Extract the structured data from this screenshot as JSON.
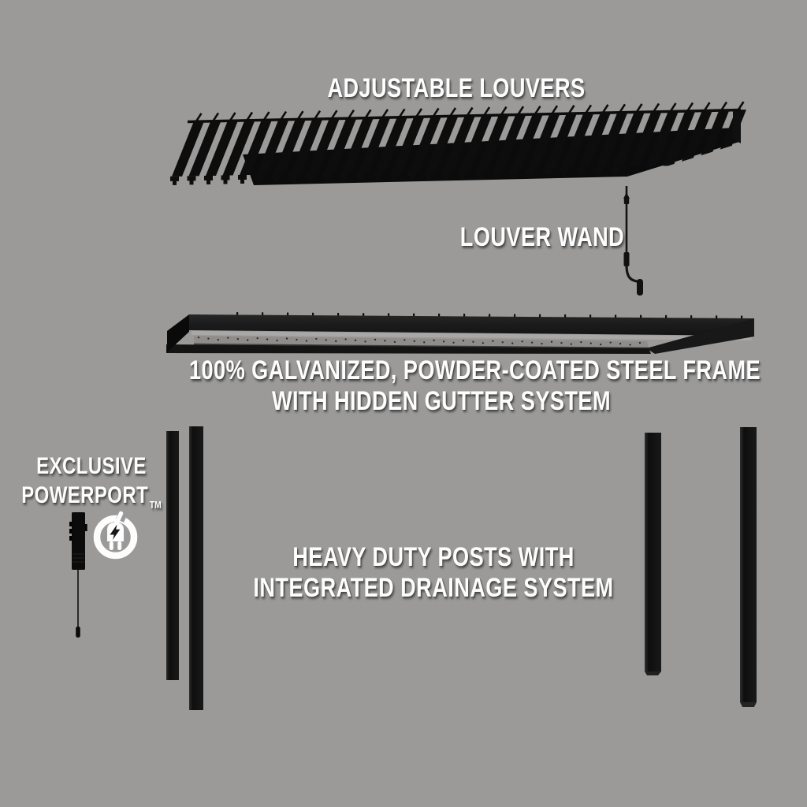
{
  "title": "Pergola exploded-view feature diagram",
  "labels": {
    "adjustable_louvers": "ADJUSTABLE LOUVERS",
    "louver_wand": "LOUVER WAND",
    "steel_frame_line1": "100% GALVANIZED, POWDER-COATED STEEL FRAME",
    "steel_frame_line2": "WITH HIDDEN GUTTER SYSTEM",
    "exclusive": "EXCLUSIVE",
    "powerport": "POWERPORT",
    "powerport_tm": "TM",
    "posts_line1": "HEAVY DUTY POSTS WITH",
    "posts_line2": "INTEGRATED DRAINAGE SYSTEM"
  },
  "colors": {
    "background": "#9b9a99",
    "component_black": "#0d0d0d",
    "frame_dark": "#1b1b1b",
    "gutter_strip": "#8e8d8c",
    "light_sliver": "#a9a8a7",
    "text": "#fdfdfd",
    "text_shadow": "rgba(40,40,40,0.62)",
    "icon_white": "#fdfdfd"
  },
  "icons": [
    {
      "name": "powerport-plug-icon",
      "meaning": "electric plug with lightning bolt inside a circle"
    }
  ],
  "diagram": {
    "type": "exploded-pergola",
    "components": [
      "adjustable-louvers",
      "louver-wand",
      "galvanized-steel-frame-with-hidden-gutter",
      "exclusive-powerport",
      "heavy-duty-posts-with-integrated-drainage"
    ],
    "louver_count": 33,
    "post_count": 4,
    "gutter_dot_count": 46,
    "rail_pin_count": 21
  }
}
